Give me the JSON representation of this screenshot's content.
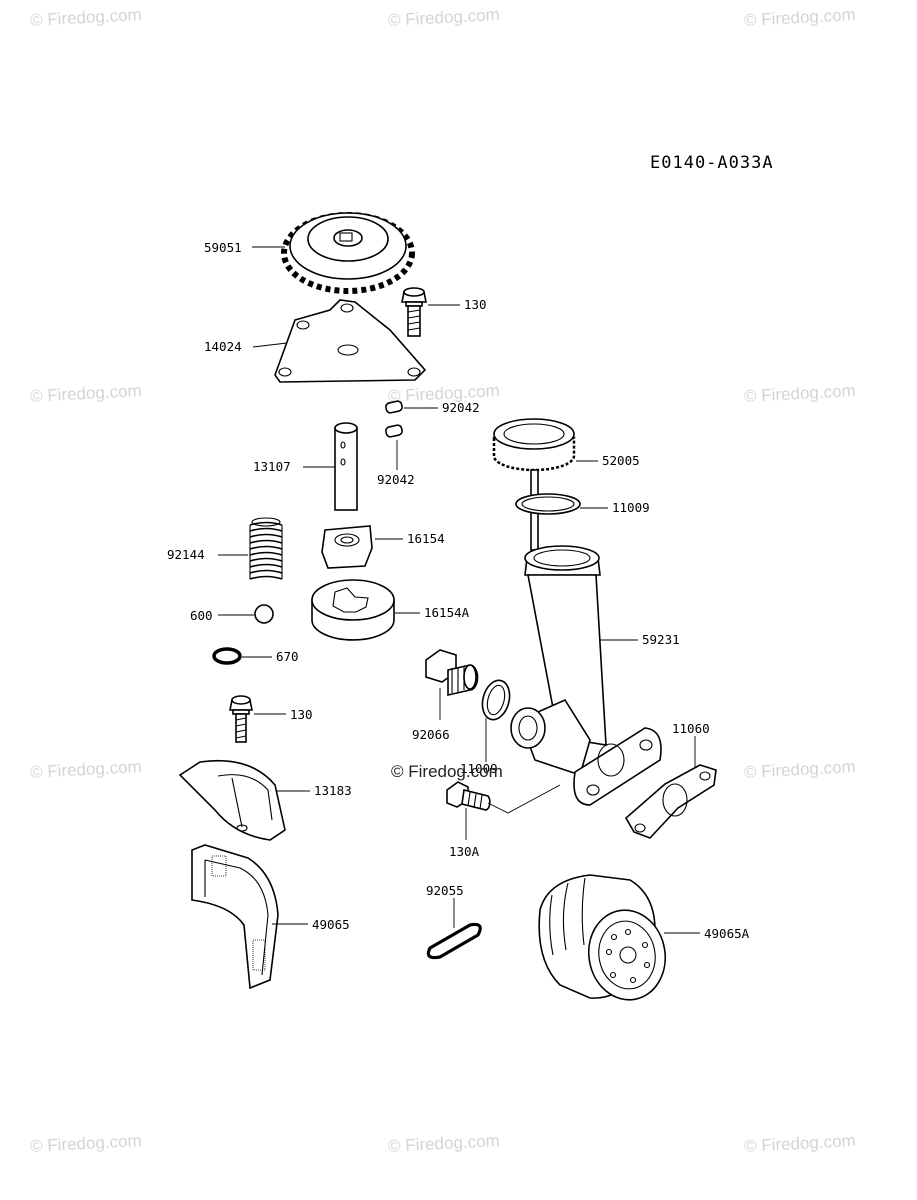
{
  "diagram_code": "E0140-A033A",
  "watermark": "© Firedog.com",
  "parts": {
    "p59051": "59051",
    "p130_top": "130",
    "p14024": "14024",
    "p92042_a": "92042",
    "p92042_b": "92042",
    "p13107": "13107",
    "p52005": "52005",
    "p11009": "11009",
    "p16154": "16154",
    "p92144": "92144",
    "p16154A": "16154A",
    "p600": "600",
    "p670": "670",
    "p59231": "59231",
    "p130_mid": "130",
    "p92066": "92066",
    "p11060": "11060",
    "p11009_b": "11009",
    "p13183": "13183",
    "p130A": "130A",
    "p92055": "92055",
    "p49065": "49065",
    "p49065A": "49065A"
  }
}
